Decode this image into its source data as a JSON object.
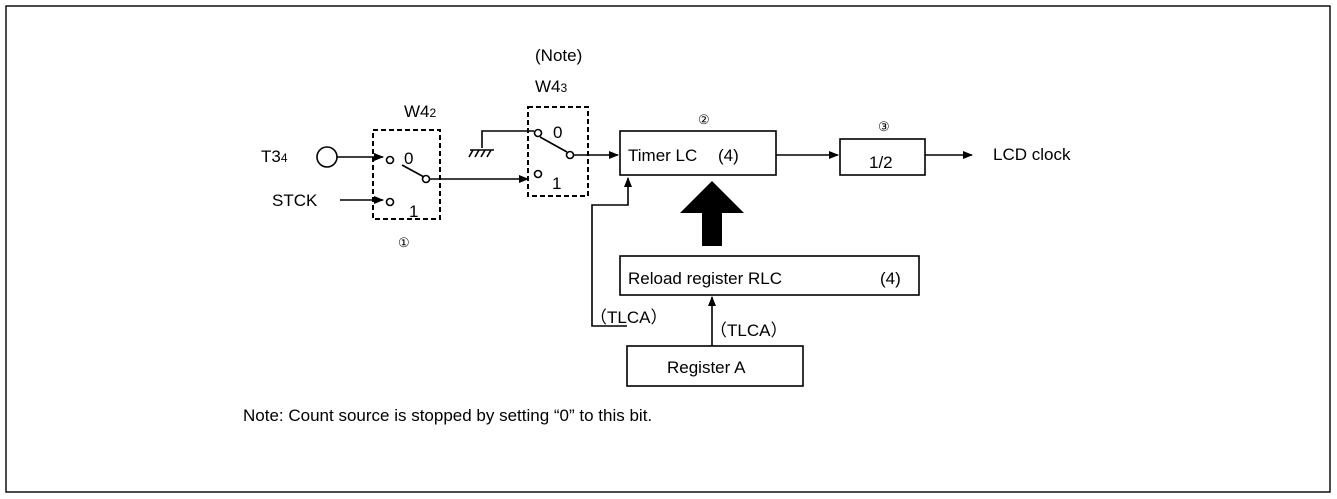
{
  "inputs": {
    "t34_main": "T3",
    "t34_sub": "4",
    "stck": "STCK"
  },
  "switch1": {
    "name_main": "W4",
    "name_sub": "2",
    "pos0": "0",
    "pos1": "1",
    "marker": "①"
  },
  "switch2": {
    "note": "(Note)",
    "name_main": "W4",
    "name_sub": "3",
    "pos0": "0",
    "pos1": "1"
  },
  "timer": {
    "label": "Timer LC",
    "bits": "(4)",
    "marker": "②"
  },
  "divider": {
    "label": "1/2",
    "marker": "③"
  },
  "output": {
    "label": "LCD clock"
  },
  "reload": {
    "label": "Reload register RLC",
    "bits": "(4)"
  },
  "register_a": {
    "label": "Register A"
  },
  "instructions": {
    "left": "（TLCA）",
    "right": "（TLCA）"
  },
  "note": "Note: Count source is stopped by setting “0” to this bit."
}
